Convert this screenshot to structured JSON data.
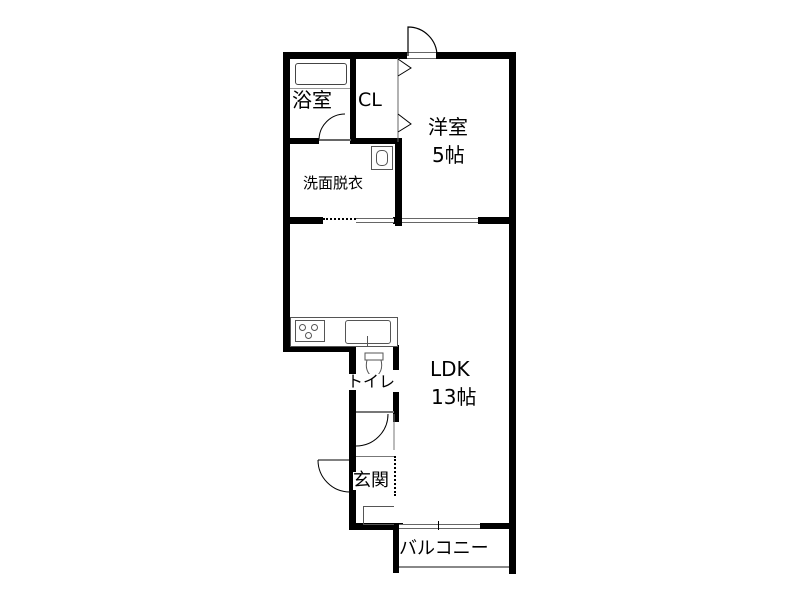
{
  "floorplan": {
    "rooms": {
      "bath": {
        "label": "浴室"
      },
      "closet": {
        "label": "CL"
      },
      "western_room": {
        "label": "洋室",
        "size": "5帖"
      },
      "washroom": {
        "label": "洗面脱衣"
      },
      "ldk": {
        "label": "LDK",
        "size": "13帖"
      },
      "toilet": {
        "label": "トイレ"
      },
      "entrance": {
        "label": "玄関"
      },
      "balcony": {
        "label": "バルコニー"
      }
    },
    "colors": {
      "wall": "#000000",
      "fixture": "#555555",
      "background": "#ffffff"
    }
  }
}
